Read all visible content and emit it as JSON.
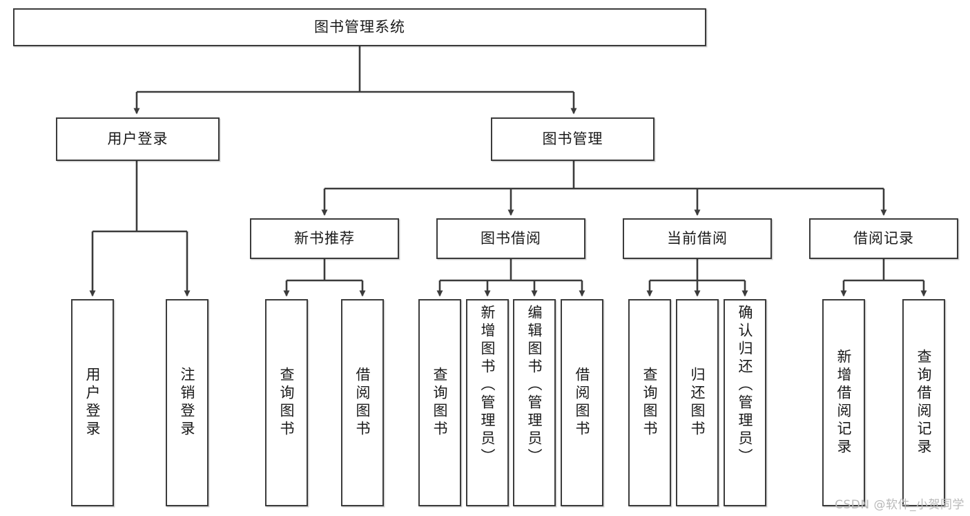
{
  "diagram": {
    "title_node": {
      "label": "图书管理系统"
    },
    "level2": [
      {
        "id": "user-login",
        "label": "用户登录"
      },
      {
        "id": "book-management",
        "label": "图书管理"
      }
    ],
    "level3": [
      {
        "id": "new-book-recommend",
        "label": "新书推荐"
      },
      {
        "id": "book-borrow",
        "label": "图书借阅"
      },
      {
        "id": "current-borrow",
        "label": "当前借阅"
      },
      {
        "id": "borrow-record",
        "label": "借阅记录"
      }
    ],
    "leaves": [
      {
        "id": "leaf-user-login",
        "label": "用户登录",
        "parent": "user-login"
      },
      {
        "id": "leaf-logout-login",
        "label": "注销登录",
        "parent": "user-login"
      },
      {
        "id": "leaf-query-book-1",
        "label": "查询图书",
        "parent": "new-book-recommend"
      },
      {
        "id": "leaf-borrow-book-1",
        "label": "借阅图书",
        "parent": "new-book-recommend"
      },
      {
        "id": "leaf-query-book-2",
        "label": "查询图书",
        "parent": "book-borrow"
      },
      {
        "id": "leaf-add-book",
        "label": "新增图书（管理员）",
        "parent": "book-borrow"
      },
      {
        "id": "leaf-edit-book",
        "label": "编辑图书（管理员）",
        "parent": "book-borrow"
      },
      {
        "id": "leaf-borrow-book-2",
        "label": "借阅图书",
        "parent": "book-borrow"
      },
      {
        "id": "leaf-query-book-3",
        "label": "查询图书",
        "parent": "current-borrow"
      },
      {
        "id": "leaf-return-book",
        "label": "归还图书",
        "parent": "current-borrow"
      },
      {
        "id": "leaf-confirm-return",
        "label": "确认归还（管理员）",
        "parent": "current-borrow"
      },
      {
        "id": "leaf-add-record",
        "label": "新增借阅记录",
        "parent": "borrow-record"
      },
      {
        "id": "leaf-query-record",
        "label": "查询借阅记录",
        "parent": "borrow-record"
      }
    ],
    "watermark": "CSDN @软件_小贺同学",
    "colors": {
      "stroke": "#3b3b3b",
      "text": "#1a1a1a",
      "background": "#ffffff",
      "watermark": "#b9b9b9"
    }
  }
}
